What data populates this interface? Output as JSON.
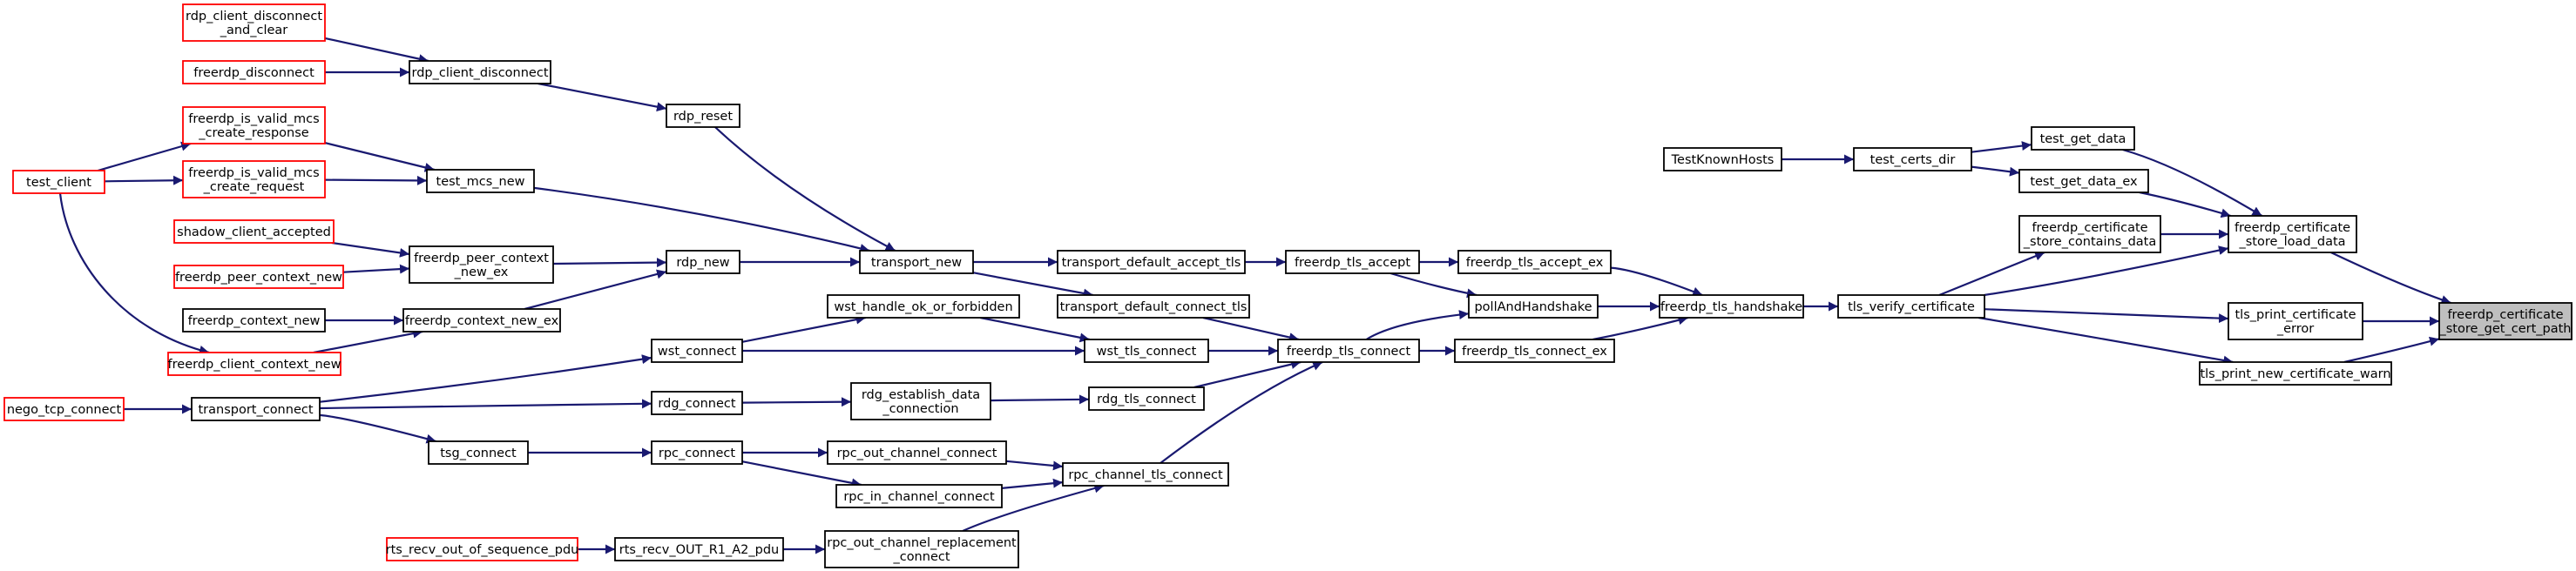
{
  "graph": {
    "type": "call-graph",
    "direction": "right-to-left",
    "colors": {
      "edge": "#191970",
      "node_border": "#000000",
      "node_border_external": "#ff0000",
      "root_fill": "#bfbfbf",
      "node_fill": "#ffffff"
    },
    "nodes": [
      {
        "id": "root",
        "lines": [
          "freerdp_certificate",
          "_store_get_cert_path"
        ],
        "style": "root"
      },
      {
        "id": "load_data",
        "lines": [
          "freerdp_certificate",
          "_store_load_data"
        ],
        "style": "normal"
      },
      {
        "id": "print_err",
        "lines": [
          "tls_print_certificate",
          "_error"
        ],
        "style": "normal"
      },
      {
        "id": "print_new",
        "lines": [
          "tls_print_new_certificate_warn"
        ],
        "style": "normal"
      },
      {
        "id": "contains",
        "lines": [
          "freerdp_certificate",
          "_store_contains_data"
        ],
        "style": "normal"
      },
      {
        "id": "test_get_data",
        "lines": [
          "test_get_data"
        ],
        "style": "normal"
      },
      {
        "id": "test_get_data_ex",
        "lines": [
          "test_get_data_ex"
        ],
        "style": "normal"
      },
      {
        "id": "verify",
        "lines": [
          "tls_verify_certificate"
        ],
        "style": "normal"
      },
      {
        "id": "test_certs_dir",
        "lines": [
          "test_certs_dir"
        ],
        "style": "normal"
      },
      {
        "id": "TestKnownHosts",
        "lines": [
          "TestKnownHosts"
        ],
        "style": "normal"
      },
      {
        "id": "handshake",
        "lines": [
          "freerdp_tls_handshake"
        ],
        "style": "normal"
      },
      {
        "id": "accept_ex",
        "lines": [
          "freerdp_tls_accept_ex"
        ],
        "style": "normal"
      },
      {
        "id": "poll",
        "lines": [
          "pollAndHandshake"
        ],
        "style": "normal"
      },
      {
        "id": "connect_ex",
        "lines": [
          "freerdp_tls_connect_ex"
        ],
        "style": "normal"
      },
      {
        "id": "tls_accept",
        "lines": [
          "freerdp_tls_accept"
        ],
        "style": "normal"
      },
      {
        "id": "tls_connect",
        "lines": [
          "freerdp_tls_connect"
        ],
        "style": "normal"
      },
      {
        "id": "tda_tls",
        "lines": [
          "transport_default_accept_tls"
        ],
        "style": "normal"
      },
      {
        "id": "tdc_tls",
        "lines": [
          "transport_default_connect_tls"
        ],
        "style": "normal"
      },
      {
        "id": "wst_tls",
        "lines": [
          "wst_tls_connect"
        ],
        "style": "normal"
      },
      {
        "id": "rdg_tls",
        "lines": [
          "rdg_tls_connect"
        ],
        "style": "normal"
      },
      {
        "id": "rpc_tls",
        "lines": [
          "rpc_channel_tls_connect"
        ],
        "style": "normal"
      },
      {
        "id": "transport_new",
        "lines": [
          "transport_new"
        ],
        "style": "normal"
      },
      {
        "id": "wst_handle",
        "lines": [
          "wst_handle_ok_or_forbidden"
        ],
        "style": "normal"
      },
      {
        "id": "wst_connect",
        "lines": [
          "wst_connect"
        ],
        "style": "normal"
      },
      {
        "id": "rdg_establish",
        "lines": [
          "rdg_establish_data",
          "_connection"
        ],
        "style": "normal"
      },
      {
        "id": "rpc_out_ch",
        "lines": [
          "rpc_out_channel_connect"
        ],
        "style": "normal"
      },
      {
        "id": "rpc_in_ch",
        "lines": [
          "rpc_in_channel_connect"
        ],
        "style": "normal"
      },
      {
        "id": "rpc_out_repl",
        "lines": [
          "rpc_out_channel_replacement",
          "_connect"
        ],
        "style": "normal"
      },
      {
        "id": "rdp_reset",
        "lines": [
          "rdp_reset"
        ],
        "style": "normal"
      },
      {
        "id": "rdp_new",
        "lines": [
          "rdp_new"
        ],
        "style": "normal"
      },
      {
        "id": "rdg_connect",
        "lines": [
          "rdg_connect"
        ],
        "style": "normal"
      },
      {
        "id": "rpc_connect",
        "lines": [
          "rpc_connect"
        ],
        "style": "normal"
      },
      {
        "id": "rts_recv",
        "lines": [
          "rts_recv_OUT_R1_A2_pdu"
        ],
        "style": "normal"
      },
      {
        "id": "rts_oos",
        "lines": [
          "rts_recv_out_of_sequence_pdu"
        ],
        "style": "external"
      },
      {
        "id": "rdp_cd",
        "lines": [
          "rdp_client_disconnect"
        ],
        "style": "normal"
      },
      {
        "id": "test_mcs_new",
        "lines": [
          "test_mcs_new"
        ],
        "style": "normal"
      },
      {
        "id": "peer_ctx_ex",
        "lines": [
          "freerdp_peer_context",
          "_new_ex"
        ],
        "style": "normal"
      },
      {
        "id": "ctx_new_ex",
        "lines": [
          "freerdp_context_new_ex"
        ],
        "style": "normal"
      },
      {
        "id": "transport_connect",
        "lines": [
          "transport_connect"
        ],
        "style": "normal"
      },
      {
        "id": "tsg_connect",
        "lines": [
          "tsg_connect"
        ],
        "style": "normal"
      },
      {
        "id": "rdp_cdc",
        "lines": [
          "rdp_client_disconnect",
          "_and_clear"
        ],
        "style": "external"
      },
      {
        "id": "fdisc",
        "lines": [
          "freerdp_disconnect"
        ],
        "style": "external"
      },
      {
        "id": "valid_resp",
        "lines": [
          "freerdp_is_valid_mcs",
          "_create_response"
        ],
        "style": "external"
      },
      {
        "id": "valid_req",
        "lines": [
          "freerdp_is_valid_mcs",
          "_create_request"
        ],
        "style": "external"
      },
      {
        "id": "shadow",
        "lines": [
          "shadow_client_accepted"
        ],
        "style": "external"
      },
      {
        "id": "peer_ctx_new",
        "lines": [
          "freerdp_peer_context_new"
        ],
        "style": "external"
      },
      {
        "id": "ctx_new",
        "lines": [
          "freerdp_context_new"
        ],
        "style": "normal"
      },
      {
        "id": "client_ctx_new",
        "lines": [
          "freerdp_client_context_new"
        ],
        "style": "external"
      },
      {
        "id": "nego",
        "lines": [
          "nego_tcp_connect"
        ],
        "style": "external"
      },
      {
        "id": "test_client",
        "lines": [
          "test_client"
        ],
        "style": "external"
      }
    ],
    "edges": [
      {
        "from": "load_data",
        "to": "root"
      },
      {
        "from": "print_err",
        "to": "root"
      },
      {
        "from": "print_new",
        "to": "root"
      },
      {
        "from": "test_get_data",
        "to": "load_data"
      },
      {
        "from": "test_get_data_ex",
        "to": "load_data"
      },
      {
        "from": "contains",
        "to": "load_data"
      },
      {
        "from": "verify",
        "to": "load_data"
      },
      {
        "from": "verify",
        "to": "contains"
      },
      {
        "from": "verify",
        "to": "print_err"
      },
      {
        "from": "verify",
        "to": "print_new"
      },
      {
        "from": "test_certs_dir",
        "to": "test_get_data"
      },
      {
        "from": "test_certs_dir",
        "to": "test_get_data_ex"
      },
      {
        "from": "TestKnownHosts",
        "to": "test_certs_dir"
      },
      {
        "from": "handshake",
        "to": "verify"
      },
      {
        "from": "accept_ex",
        "to": "handshake"
      },
      {
        "from": "poll",
        "to": "handshake"
      },
      {
        "from": "connect_ex",
        "to": "handshake"
      },
      {
        "from": "tls_accept",
        "to": "accept_ex"
      },
      {
        "from": "tls_accept",
        "to": "poll"
      },
      {
        "from": "tls_connect",
        "to": "poll"
      },
      {
        "from": "tls_connect",
        "to": "connect_ex"
      },
      {
        "from": "tda_tls",
        "to": "tls_accept"
      },
      {
        "from": "tdc_tls",
        "to": "tls_connect"
      },
      {
        "from": "wst_tls",
        "to": "tls_connect"
      },
      {
        "from": "rdg_tls",
        "to": "tls_connect"
      },
      {
        "from": "rpc_tls",
        "to": "tls_connect"
      },
      {
        "from": "transport_new",
        "to": "tda_tls"
      },
      {
        "from": "transport_new",
        "to": "tdc_tls"
      },
      {
        "from": "wst_handle",
        "to": "wst_tls"
      },
      {
        "from": "wst_connect",
        "to": "wst_tls"
      },
      {
        "from": "rdg_establish",
        "to": "rdg_tls"
      },
      {
        "from": "rpc_out_ch",
        "to": "rpc_tls"
      },
      {
        "from": "rpc_in_ch",
        "to": "rpc_tls"
      },
      {
        "from": "rpc_out_repl",
        "to": "rpc_tls"
      },
      {
        "from": "rdp_reset",
        "to": "transport_new"
      },
      {
        "from": "test_mcs_new",
        "to": "transport_new"
      },
      {
        "from": "rdp_new",
        "to": "transport_new"
      },
      {
        "from": "wst_connect",
        "to": "wst_handle"
      },
      {
        "from": "rdg_connect",
        "to": "rdg_establish"
      },
      {
        "from": "rpc_connect",
        "to": "rpc_out_ch"
      },
      {
        "from": "rpc_connect",
        "to": "rpc_in_ch"
      },
      {
        "from": "rts_recv",
        "to": "rpc_out_repl"
      },
      {
        "from": "rts_oos",
        "to": "rts_recv"
      },
      {
        "from": "rdp_cd",
        "to": "rdp_reset"
      },
      {
        "from": "peer_ctx_ex",
        "to": "rdp_new"
      },
      {
        "from": "ctx_new_ex",
        "to": "rdp_new"
      },
      {
        "from": "transport_connect",
        "to": "wst_connect"
      },
      {
        "from": "transport_connect",
        "to": "rdg_connect"
      },
      {
        "from": "transport_connect",
        "to": "tsg_connect"
      },
      {
        "from": "tsg_connect",
        "to": "rpc_connect"
      },
      {
        "from": "rdp_cdc",
        "to": "rdp_cd"
      },
      {
        "from": "fdisc",
        "to": "rdp_cd"
      },
      {
        "from": "valid_resp",
        "to": "test_mcs_new"
      },
      {
        "from": "valid_req",
        "to": "test_mcs_new"
      },
      {
        "from": "shadow",
        "to": "peer_ctx_ex"
      },
      {
        "from": "peer_ctx_new",
        "to": "peer_ctx_ex"
      },
      {
        "from": "ctx_new",
        "to": "ctx_new_ex"
      },
      {
        "from": "client_ctx_new",
        "to": "ctx_new_ex"
      },
      {
        "from": "nego",
        "to": "transport_connect"
      },
      {
        "from": "test_client",
        "to": "valid_resp"
      },
      {
        "from": "test_client",
        "to": "valid_req"
      },
      {
        "from": "test_client",
        "to": "client_ctx_new"
      }
    ]
  }
}
